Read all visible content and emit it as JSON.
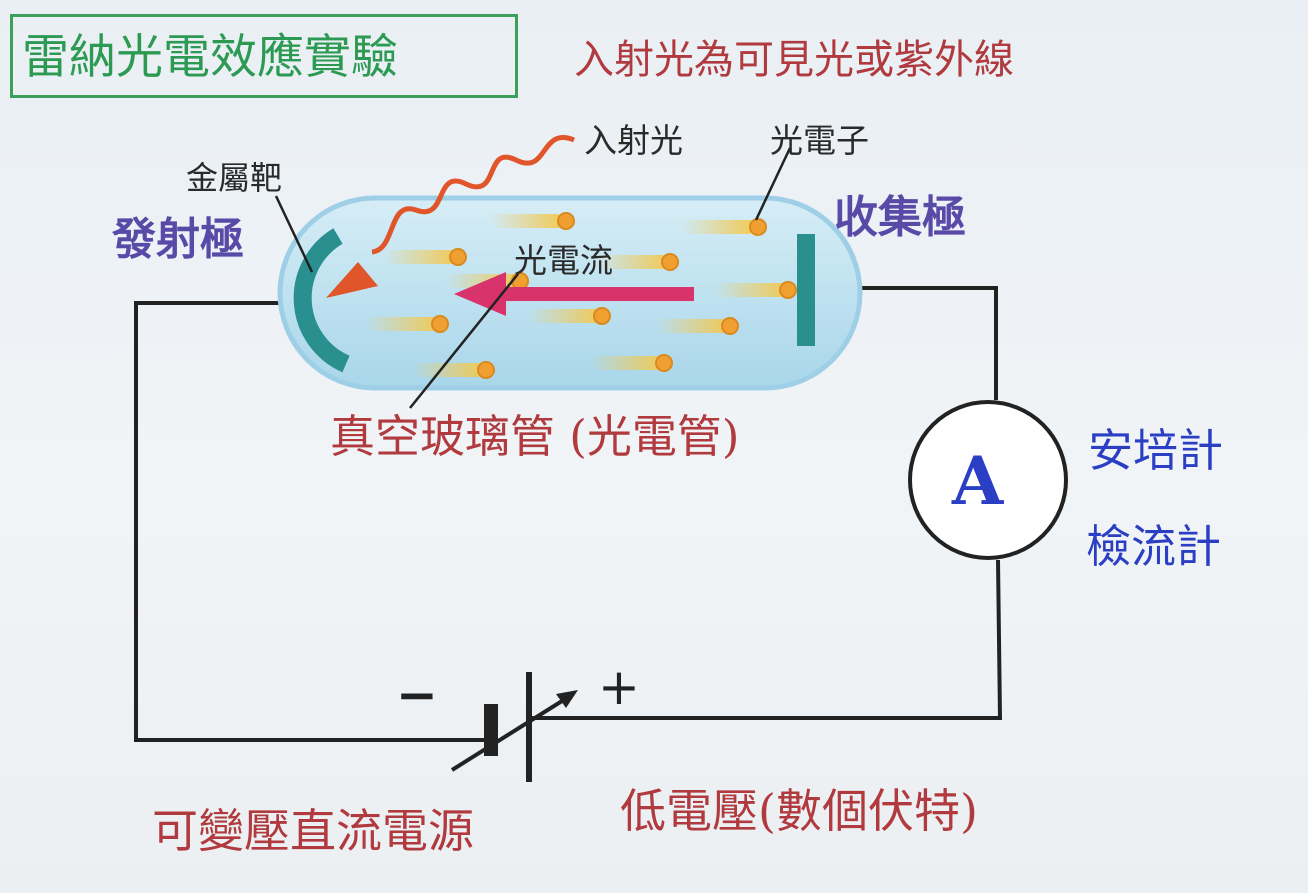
{
  "title": "雷納光電效應實驗",
  "subtitle": "入射光為可見光或紫外線",
  "labels": {
    "incident_light": "入射光",
    "photoelectron": "光電子",
    "metal_target": "金屬靶",
    "emitter": "發射極",
    "collector": "收集極",
    "photocurrent": "光電流",
    "vacuum_tube": "真空玻璃管 (光電管)",
    "ammeter_symbol": "A",
    "ammeter": "安培計",
    "galvanometer": "檢流計",
    "minus": "−",
    "plus": "+",
    "power_source": "可變壓直流電源",
    "low_voltage": "低電壓(數個伏特)"
  },
  "colors": {
    "title": "#2c9a52",
    "red_text": "#b03a3e",
    "purple_text": "#5a4aa8",
    "blue_text": "#2a3fc4",
    "electrode": "#2a8f8f",
    "incident_wave": "#e0552a",
    "photocurrent_arrow": "#d8336a",
    "electron": "#f0a030"
  }
}
